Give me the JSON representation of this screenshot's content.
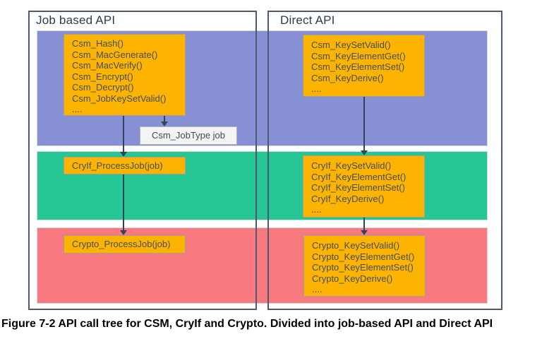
{
  "caption": "Figure 7-2 API call tree for CSM, CryIf and Crypto. Divided into job-based API and Direct API",
  "panels": {
    "job_based": {
      "title": "Job based API"
    },
    "direct": {
      "title": "Direct API"
    }
  },
  "colors": {
    "csm_layer_band": "#8790d5",
    "cryif_layer_band": "#27c795",
    "crypto_layer_band": "#f87a80",
    "function_box": "#fcb400",
    "panel_border": "#4a5a72",
    "arrow": "#31435a"
  },
  "boxes": {
    "csm_job": {
      "lines": [
        "Csm_Hash()",
        "Csm_MacGenerate()",
        "Csm_MacVerify()",
        "Csm_Encrypt()",
        "Csm_Decrypt()",
        "Csm_JobKeySetValid()",
        "...."
      ]
    },
    "csm_jobtype": {
      "label": "Csm_JobType job"
    },
    "cryif_job": {
      "label": "CryIf_ProcessJob(job)"
    },
    "crypto_job": {
      "label": "Crypto_ProcessJob(job)"
    },
    "csm_direct": {
      "lines": [
        "Csm_KeySetValid()",
        "Csm_KeyElementGet()",
        "Csm_KeyElementSet()",
        "Csm_KeyDerive()",
        "...."
      ]
    },
    "cryif_direct": {
      "lines": [
        "CryIf_KeySetValid()",
        "CryIf_KeyElementGet()",
        "CryIf_KeyElementSet()",
        "CryIf_KeyDerive()",
        "...."
      ]
    },
    "crypto_direct": {
      "lines": [
        "Crypto_KeySetValid()",
        "Crypto_KeyElementGet()",
        "Crypto_KeyElementSet()",
        "Crypto_KeyDerive()",
        "...."
      ]
    }
  }
}
